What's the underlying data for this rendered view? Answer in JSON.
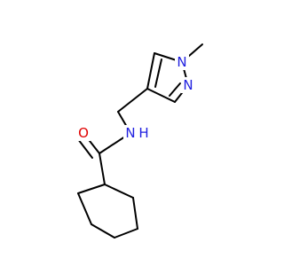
{
  "colors": {
    "bond": "#000000",
    "nitrogen": "#2020e0",
    "oxygen": "#e00000",
    "background": "#ffffff"
  },
  "labels": {
    "n_methyl": "N",
    "n_ring": "N",
    "n_amide": "N",
    "h_amide": "H",
    "o_carbonyl": "O"
  }
}
